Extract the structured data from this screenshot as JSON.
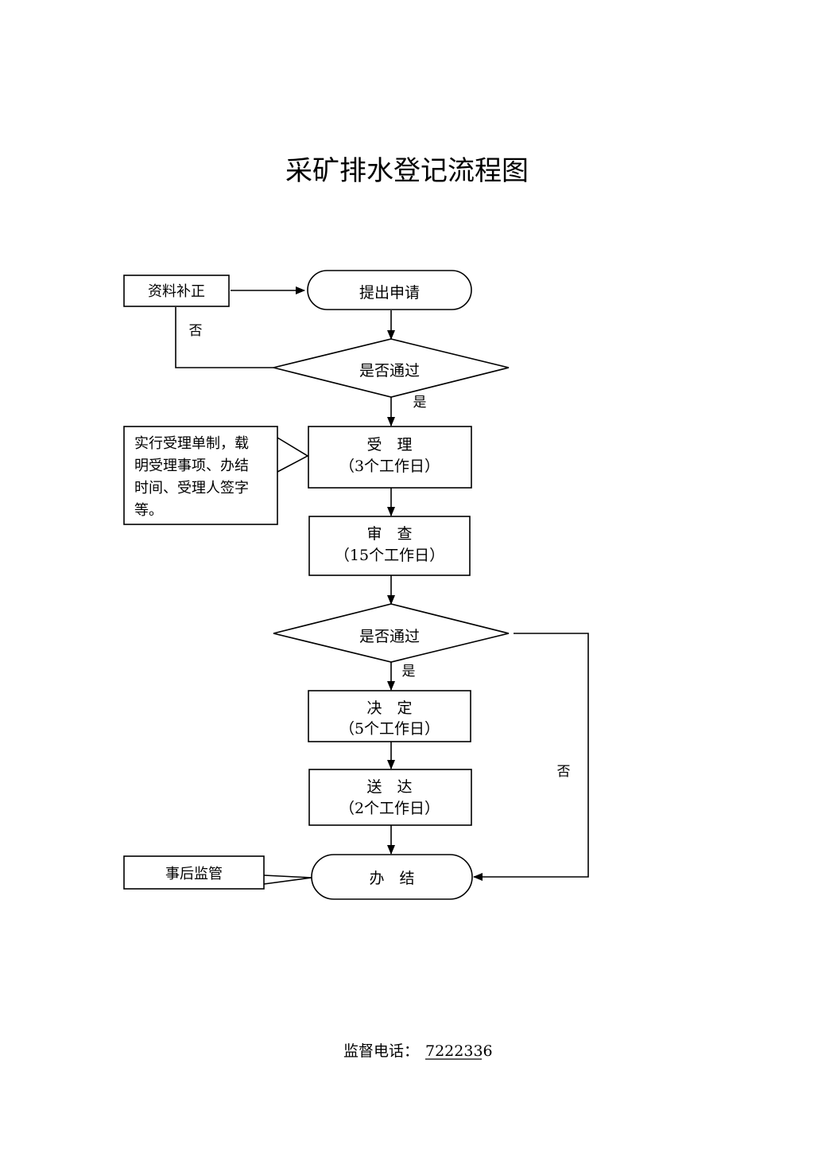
{
  "title": "采矿排水登记流程图",
  "nodes": {
    "supplement": "资料补正",
    "apply": "提出申请",
    "decision1": "是否通过",
    "accept": {
      "line1": "受　理",
      "line2": "（3个工作日）"
    },
    "accept_note": {
      "line1": "实行受理单制，载",
      "line2": "明受理事项、办结",
      "line3": "时间、受理人签字",
      "line4": "等。"
    },
    "review": {
      "line1": "审　查",
      "line2": "（15个工作日）"
    },
    "decision2": "是否通过",
    "decide": {
      "line1": "决　定",
      "line2": "（5个工作日）"
    },
    "deliver": {
      "line1": "送　达",
      "line2": "（2个工作日）"
    },
    "finish": "办　结",
    "supervise": "事后监管"
  },
  "edge_labels": {
    "no1": "否",
    "yes1": "是",
    "yes2": "是",
    "no2": "否"
  },
  "footer": {
    "label": "监督电话：",
    "phone": "7222336"
  }
}
